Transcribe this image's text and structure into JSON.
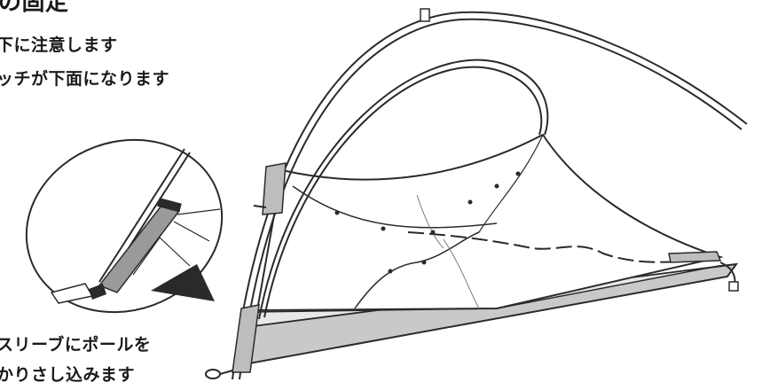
{
  "heading": {
    "title": "の固定"
  },
  "notes": {
    "line1": "下に注意します",
    "line2": "ッチが下面になります"
  },
  "sleeve_note": {
    "line1": "スリーブにポールを",
    "line2": "かりさし込みます"
  },
  "colors": {
    "line": "#2a2a2a",
    "fabric": "#ffffff",
    "floor": "#c9c9c9",
    "sleeve": "#9a9a9a",
    "grey_strip": "#bdbdbd"
  },
  "icons": [
    "tent-illustration",
    "magnified-detail-circle",
    "pole-arc",
    "stake-ring"
  ]
}
